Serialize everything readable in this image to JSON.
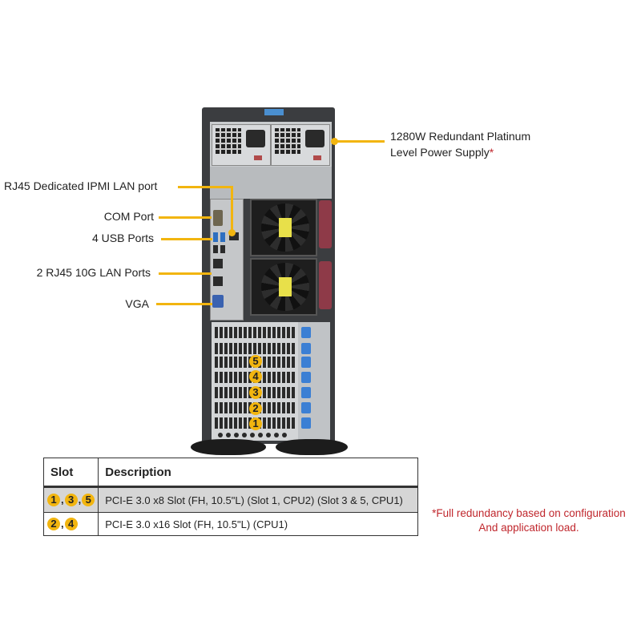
{
  "callouts": {
    "power_supply": {
      "line1": "1280W Redundant  Platinum",
      "line2": "Level Power Supply",
      "asterisk": "*"
    },
    "ipmi": "RJ45 Dedicated IPMI  LAN port",
    "com": "COM Port",
    "usb": "4 USB Ports",
    "lan": "2 RJ45 10G LAN Ports",
    "vga": "VGA"
  },
  "chassis": {
    "slot_numbers": [
      "5",
      "4",
      "3",
      "2",
      "1"
    ]
  },
  "table": {
    "headers": {
      "slot": "Slot",
      "description": "Description"
    },
    "rows": [
      {
        "slots": [
          "1",
          "3",
          "5"
        ],
        "description": "PCI-E 3.0 x8 Slot (FH, 10.5\"L) (Slot 1, CPU2) (Slot 3 & 5, CPU1)"
      },
      {
        "slots": [
          "2",
          "4"
        ],
        "description": "PCI-E 3.0 x16 Slot (FH, 10.5\"L) (CPU1)"
      }
    ],
    "separator": ","
  },
  "note": {
    "line1": "*Full redundancy based on configuration",
    "line2": "And application load."
  },
  "colors": {
    "callout": "#f2b50f",
    "note": "#c0272d",
    "row_shade": "#d6d6d6"
  }
}
